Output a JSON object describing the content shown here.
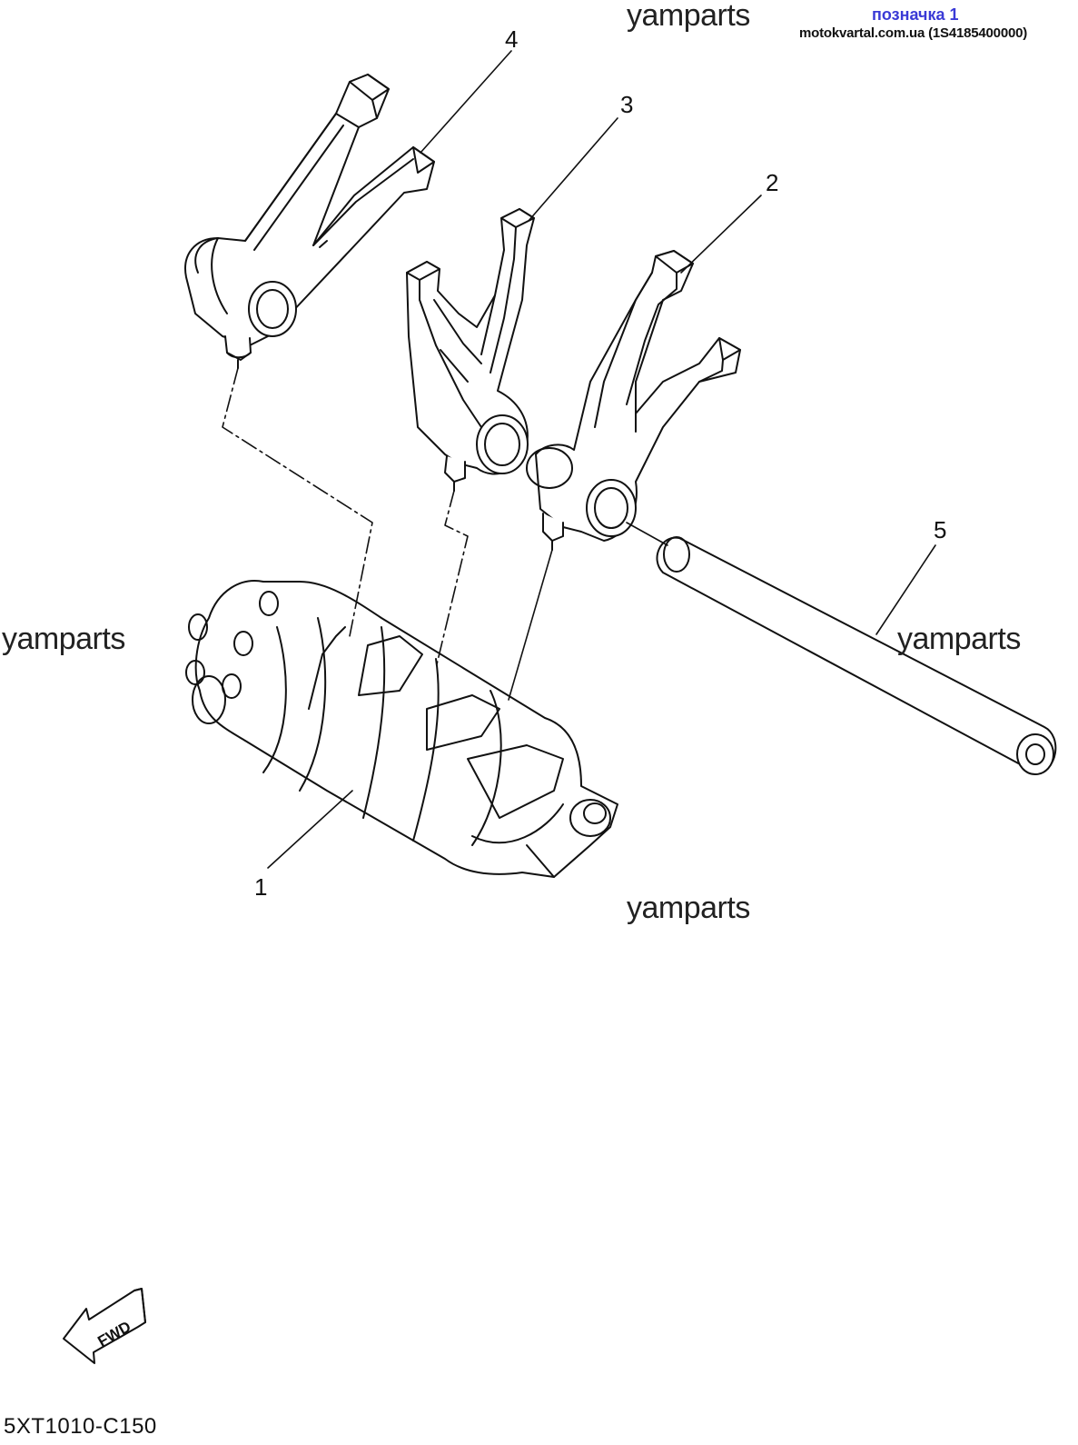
{
  "watermarks": {
    "top": "yamparts",
    "left": "yamparts",
    "right": "yamparts",
    "bottom": "yamparts"
  },
  "header": {
    "reference": "позначка 1",
    "shop_line": "motokvartal.com.ua (1S4185400000)"
  },
  "callouts": {
    "c1": "1",
    "c2": "2",
    "c3": "3",
    "c4": "4",
    "c5": "5"
  },
  "fwd_label": "FWD",
  "diagram_code": "5XT1010-C150",
  "icons": {
    "fwd": "fwd-arrow-icon"
  },
  "colors": {
    "line": "#111111",
    "reference_text": "#3a3ad6"
  }
}
